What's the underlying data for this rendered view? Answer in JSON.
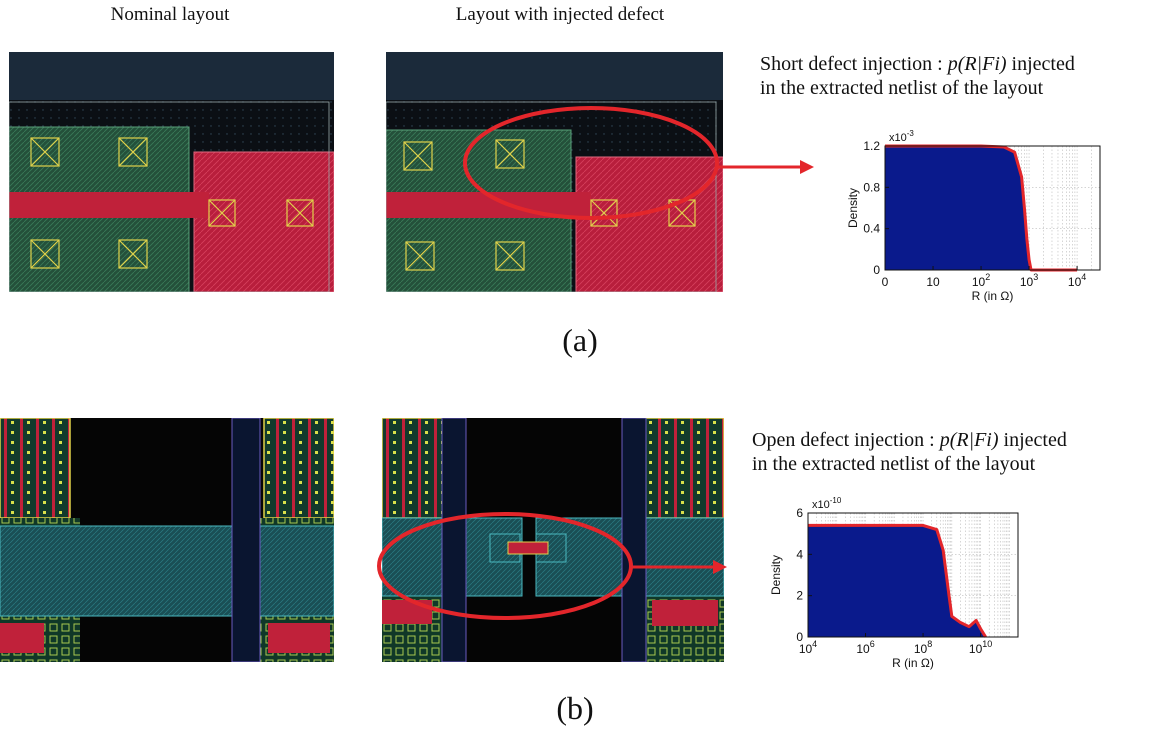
{
  "column_titles": {
    "nominal": "Nominal layout",
    "defect": "Layout with injected defect"
  },
  "panels": [
    {
      "label": "(a)",
      "caption_prefix": "Short defect injection : ",
      "caption_math": "p(R|Fi)",
      "caption_suffix": " injected",
      "caption_line2": "in the extracted netlist of the layout"
    },
    {
      "label": "(b)",
      "caption_prefix": "Open defect injection : ",
      "caption_math": "p(R|Fi)",
      "caption_suffix": " injected",
      "caption_line2": "in the extracted netlist of the layout"
    }
  ],
  "colors": {
    "area_fill": "#0a1a8c",
    "curve": "#e3262b",
    "annotation": "#e3262b",
    "metal": "#c0213a",
    "poly": "#2d6b4a"
  },
  "chart_data": [
    {
      "type": "area",
      "xlabel": "R (in Ω)",
      "ylabel": "Density",
      "y_exponent": "x10-3",
      "x_scale": "log",
      "x_tick_labels": [
        "0",
        "10",
        "10^2",
        "10^3",
        "10^4"
      ],
      "x_ticks": [
        1,
        10,
        100,
        1000,
        10000
      ],
      "xlim": [
        1,
        30000
      ],
      "y_ticks": [
        0,
        0.4,
        0.8,
        1.2
      ],
      "y_tick_labels": [
        "0",
        "0.4",
        "0.8",
        "1.2"
      ],
      "ylim": [
        0,
        1.2
      ],
      "grid": true,
      "series": [
        {
          "x": [
            1,
            10,
            100,
            300,
            500,
            700,
            800,
            900,
            1000,
            1100,
            3000,
            10000
          ],
          "y": [
            1.2,
            1.2,
            1.2,
            1.19,
            1.14,
            0.9,
            0.6,
            0.3,
            0.1,
            0,
            0,
            0
          ]
        }
      ]
    },
    {
      "type": "area",
      "xlabel": "R (in Ω)",
      "ylabel": "Density",
      "y_exponent": "x10-10",
      "x_scale": "log",
      "x_tick_labels": [
        "10^4",
        "10^6",
        "10^8",
        "10^10"
      ],
      "x_ticks": [
        10000,
        1000000,
        100000000,
        10000000000
      ],
      "xlim": [
        10000,
        200000000000
      ],
      "y_ticks": [
        0,
        2,
        4,
        6
      ],
      "y_tick_labels": [
        "0",
        "2",
        "4",
        "6"
      ],
      "ylim": [
        0,
        6
      ],
      "grid": true,
      "series": [
        {
          "x": [
            10000,
            1000000,
            100000000,
            300000000,
            500000000,
            800000000,
            1000000000,
            2000000000,
            4000000000,
            7000000000,
            10000000000,
            15000000000
          ],
          "y": [
            5.4,
            5.4,
            5.4,
            5.2,
            4.2,
            2.0,
            1.0,
            0.7,
            0.5,
            0.8,
            0.4,
            0
          ]
        }
      ]
    }
  ]
}
